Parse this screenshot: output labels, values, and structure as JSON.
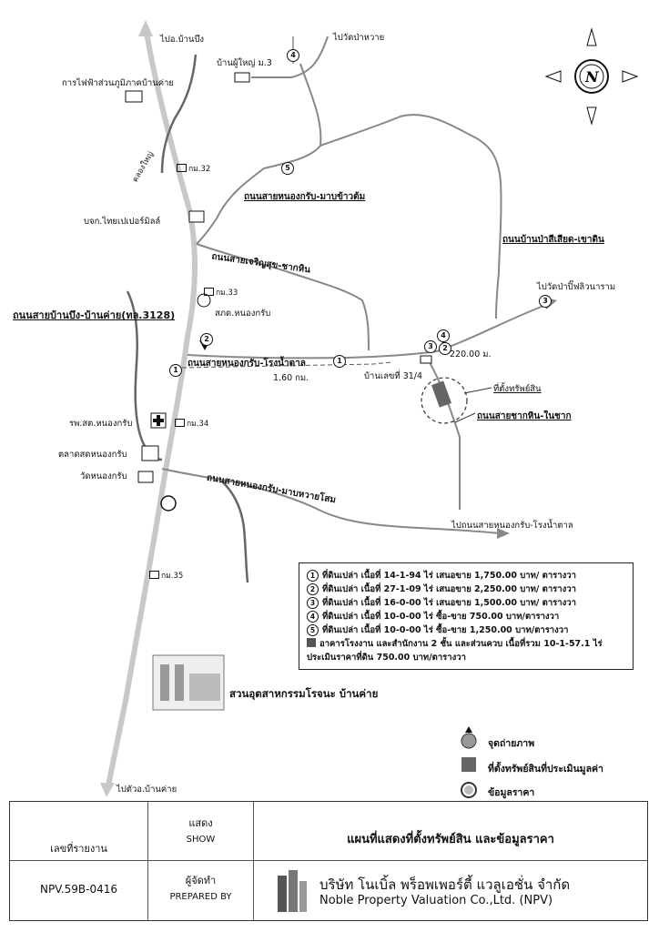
{
  "map": {
    "places": {
      "ban_bueng": "ไปอ.บ้านบึง",
      "wat_pa_wai": "ไปวัดป่าหวาย",
      "ban_phu_yai": "บ้านผู้ใหญ่ ม.3",
      "electric": "การไฟฟ้าส่วนภูมิภาคบ้านค่าย",
      "khlong_yai": "คลองใหญ่",
      "company": "บจก.ไทยเปเปอร์มิลล์",
      "police": "สภด.หนองกรับ",
      "hospital": "รพ.สต.หนองกรับ",
      "market": "ตลาดสดหนองกรับ",
      "temple": "วัดหนองกรับ",
      "industrial": "สวนอุตสาหกรรมโรจนะ บ้านค่าย",
      "ban_khai": "ไปตัวอ.บ้านค่าย",
      "wat_pa_pliw": "ไปวัดป่าปิ๊ฟลิวนาราม",
      "house_no": "บ้านเลขที่ 31/4",
      "subject": "ที่ตั้งทรัพย์สิน",
      "to_road": "ไปถนนสายหนองกรับ-โรงน้ำตาล"
    },
    "roads": {
      "nongkrab_mabkhaotom": "ถนนสายหนองกรับ-มาบข้าวต้ม",
      "pasiliat_khaodin": "ถนนบ้านป่าสีเสียด-เขาดิน",
      "charoensuk_sakhin": "ถนนสายเจริญสุข-ชากหิน",
      "banbueng_bankhai": "ถนนสายบ้านบึง-บ้านค่าย(ทล.3128)",
      "nongkrab_rongnamtan": "ถนนสายหนองกรับ-โรงน้ำตาล",
      "sakhin_naisak": "ถนนสายชากหิน-ในชาก",
      "nongkrab_mabwai": "ถนนสายหนองกรับ-มาบหวายโสม"
    },
    "distances": {
      "d1": "220.00 ม.",
      "d2": "1.60 กม."
    },
    "km": {
      "k32": "กม.32",
      "k33": "กม.33",
      "k34": "กม.34",
      "k35": "กม.35"
    },
    "compass": "N",
    "markers": [
      "1",
      "2",
      "3",
      "4",
      "5"
    ]
  },
  "legend": {
    "items": [
      {
        "num": "1",
        "text": "ที่ดินเปล่า เนื้อที่ 14-1-94 ไร่ เสนอขาย   1,750.00 บาท/ ตารางวา"
      },
      {
        "num": "2",
        "text": "ที่ดินเปล่า เนื้อที่ 27-1-09 ไร่ เสนอขาย   2,250.00 บาท/ ตารางวา"
      },
      {
        "num": "3",
        "text": "ที่ดินเปล่า เนื้อที่ 16-0-00 ไร่ เสนอขาย   1,500.00 บาท/ ตารางวา"
      },
      {
        "num": "4",
        "text": "ที่ดินเปล่า เนื้อที่ 10-0-00 ไร่  ซื้อ-ขาย        750.00 บาท/ตารางวา"
      },
      {
        "num": "5",
        "text": "ที่ดินเปล่า เนื้อที่ 10-0-00 ไร่  ซื้อ-ขาย     1,250.00 บาท/ตารางวา"
      }
    ],
    "building_line1": "อาคารโรงงาน และสำนักงาน 2 ชั้น และส่วนควบ เนื้อที่รวม 10-1-57.1 ไร่",
    "building_line2": "ประเมินราคาที่ดิน 750.00 บาท/ตารางวา"
  },
  "key": {
    "photo": "จุดถ่ายภาพ",
    "property": "ที่ตั้งทรัพย์สินที่ประเมินมูลค่า",
    "price": "ข้อมูลราคา"
  },
  "titleblock": {
    "report_no_label": "เลขที่รายงาน",
    "report_no": "NPV.59B-0416",
    "show_th": "แสดง",
    "show_en": "SHOW",
    "title": "แผนที่แสดงที่ตั้งทรัพย์สิน และข้อมูลราคา",
    "prepared_th": "ผู้จัดทำ",
    "prepared_en": "PREPARED BY",
    "company_th": "บริษัท โนเบิ้ล พร็อพเพอร์ตี้ แวลูเอชั่น จำกัด",
    "company_en": "Noble Property Valuation Co.,Ltd. (NPV)"
  }
}
